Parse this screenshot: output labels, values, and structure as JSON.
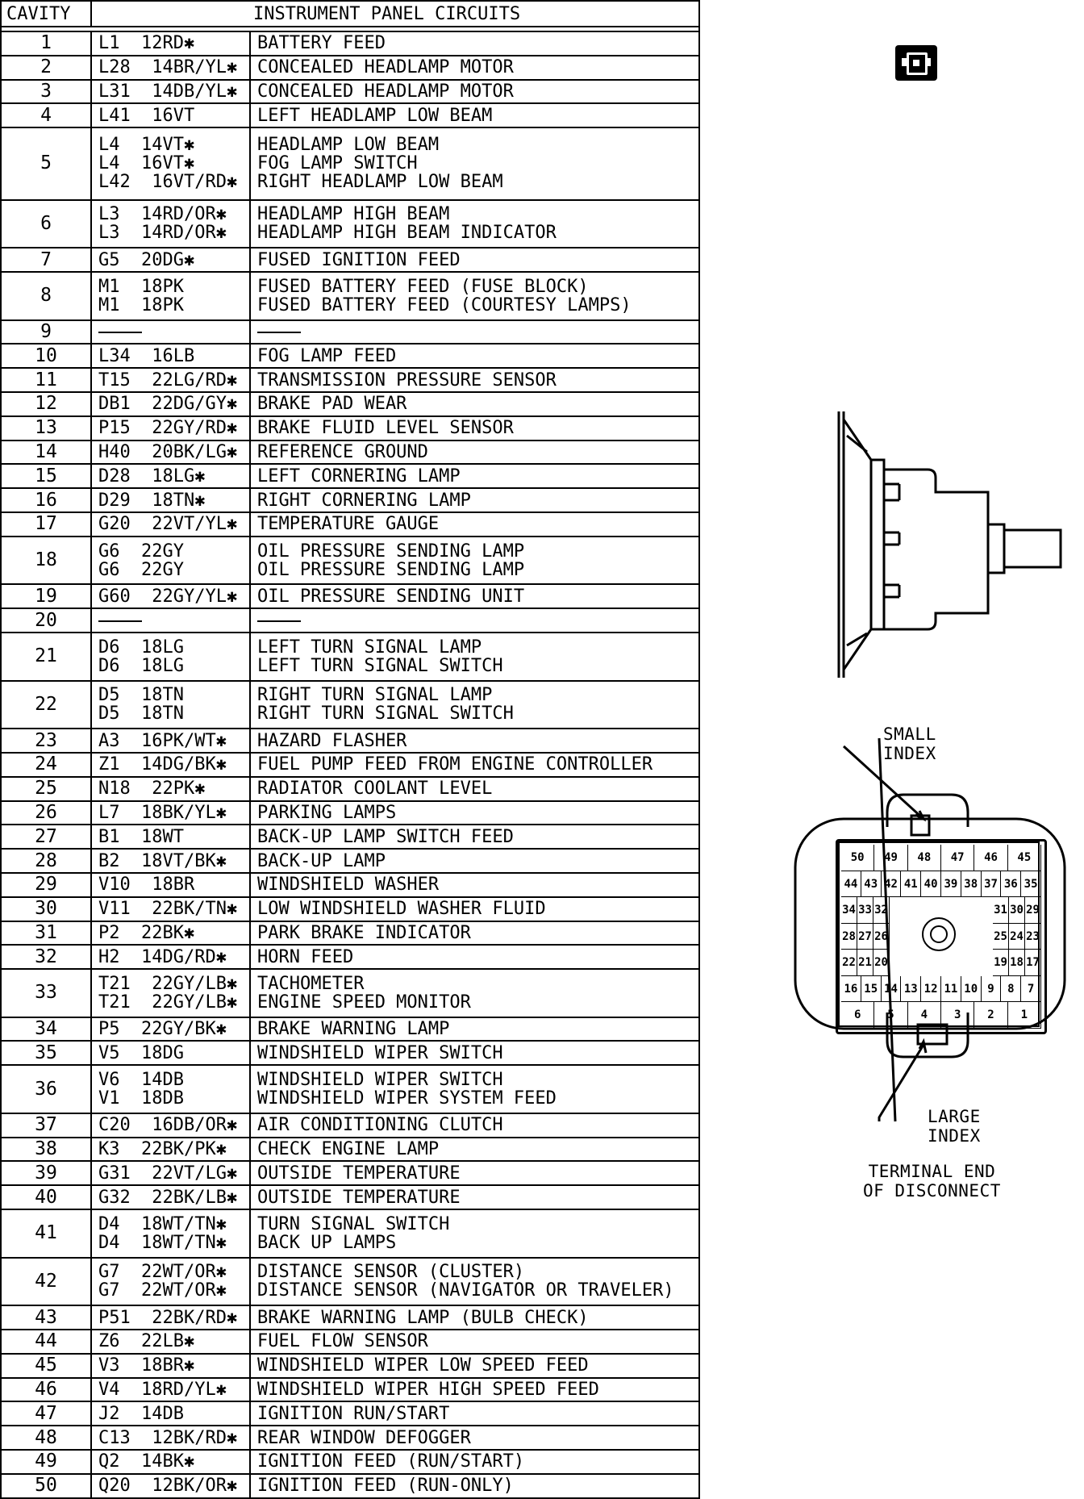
{
  "table": {
    "header": {
      "cavity": "CAVITY",
      "circuits": "INSTRUMENT PANEL CIRCUITS"
    },
    "rows": [
      {
        "cavity": "1",
        "wires": [
          "L1  12RD✱"
        ],
        "functions": [
          "BATTERY FEED"
        ]
      },
      {
        "cavity": "2",
        "wires": [
          "L28  14BR/YL✱"
        ],
        "functions": [
          "CONCEALED HEADLAMP MOTOR"
        ]
      },
      {
        "cavity": "3",
        "wires": [
          "L31  14DB/YL✱"
        ],
        "functions": [
          "CONCEALED HEADLAMP MOTOR"
        ]
      },
      {
        "cavity": "4",
        "wires": [
          "L41  16VT"
        ],
        "functions": [
          "LEFT HEADLAMP LOW BEAM"
        ]
      },
      {
        "cavity": "5",
        "wires": [
          "L4  14VT✱",
          "L4  16VT✱",
          "L42  16VT/RD✱"
        ],
        "functions": [
          "HEADLAMP LOW BEAM",
          "FOG LAMP SWITCH",
          "RIGHT HEADLAMP LOW BEAM"
        ]
      },
      {
        "cavity": "6",
        "wires": [
          "L3  14RD/OR✱",
          "L3  14RD/OR✱"
        ],
        "functions": [
          "HEADLAMP HIGH BEAM",
          "HEADLAMP HIGH BEAM INDICATOR"
        ]
      },
      {
        "cavity": "7",
        "wires": [
          "G5  20DG✱"
        ],
        "functions": [
          "FUSED IGNITION FEED"
        ]
      },
      {
        "cavity": "8",
        "wires": [
          "M1  18PK",
          "M1  18PK"
        ],
        "functions": [
          "FUSED BATTERY FEED (FUSE BLOCK)",
          "FUSED BATTERY FEED (COURTESY LAMPS)"
        ]
      },
      {
        "cavity": "9",
        "wires": [
          "——"
        ],
        "functions": [
          "——"
        ]
      },
      {
        "cavity": "10",
        "wires": [
          "L34  16LB"
        ],
        "functions": [
          "FOG LAMP FEED"
        ]
      },
      {
        "cavity": "11",
        "wires": [
          "T15  22LG/RD✱"
        ],
        "functions": [
          "TRANSMISSION PRESSURE SENSOR"
        ]
      },
      {
        "cavity": "12",
        "wires": [
          "DB1  22DG/GY✱"
        ],
        "functions": [
          "BRAKE PAD WEAR"
        ]
      },
      {
        "cavity": "13",
        "wires": [
          "P15  22GY/RD✱"
        ],
        "functions": [
          "BRAKE FLUID LEVEL SENSOR"
        ]
      },
      {
        "cavity": "14",
        "wires": [
          "H40  20BK/LG✱"
        ],
        "functions": [
          "REFERENCE GROUND"
        ]
      },
      {
        "cavity": "15",
        "wires": [
          "D28  18LG✱"
        ],
        "functions": [
          "LEFT CORNERING LAMP"
        ]
      },
      {
        "cavity": "16",
        "wires": [
          "D29  18TN✱"
        ],
        "functions": [
          "RIGHT CORNERING LAMP"
        ]
      },
      {
        "cavity": "17",
        "wires": [
          "G20  22VT/YL✱"
        ],
        "functions": [
          "TEMPERATURE GAUGE"
        ]
      },
      {
        "cavity": "18",
        "wires": [
          "G6  22GY",
          "G6  22GY"
        ],
        "functions": [
          "OIL PRESSURE SENDING LAMP",
          "OIL PRESSURE SENDING LAMP"
        ]
      },
      {
        "cavity": "19",
        "wires": [
          "G60  22GY/YL✱"
        ],
        "functions": [
          "OIL PRESSURE SENDING UNIT"
        ]
      },
      {
        "cavity": "20",
        "wires": [
          "——"
        ],
        "functions": [
          "——"
        ]
      },
      {
        "cavity": "21",
        "wires": [
          "D6  18LG",
          "D6  18LG"
        ],
        "functions": [
          "LEFT TURN SIGNAL LAMP",
          "LEFT TURN SIGNAL SWITCH"
        ]
      },
      {
        "cavity": "22",
        "wires": [
          "D5  18TN",
          "D5  18TN"
        ],
        "functions": [
          "RIGHT TURN SIGNAL LAMP",
          "RIGHT TURN SIGNAL SWITCH"
        ]
      },
      {
        "cavity": "23",
        "wires": [
          "A3  16PK/WT✱"
        ],
        "functions": [
          "HAZARD FLASHER"
        ]
      },
      {
        "cavity": "24",
        "wires": [
          "Z1  14DG/BK✱"
        ],
        "functions": [
          "FUEL PUMP FEED FROM ENGINE CONTROLLER"
        ]
      },
      {
        "cavity": "25",
        "wires": [
          "N18  22PK✱"
        ],
        "functions": [
          "RADIATOR COOLANT LEVEL"
        ]
      },
      {
        "cavity": "26",
        "wires": [
          "L7  18BK/YL✱"
        ],
        "functions": [
          "PARKING LAMPS"
        ]
      },
      {
        "cavity": "27",
        "wires": [
          "B1  18WT"
        ],
        "functions": [
          "BACK-UP LAMP SWITCH FEED"
        ]
      },
      {
        "cavity": "28",
        "wires": [
          "B2  18VT/BK✱"
        ],
        "functions": [
          "BACK-UP LAMP"
        ]
      },
      {
        "cavity": "29",
        "wires": [
          "V10  18BR"
        ],
        "functions": [
          "WINDSHIELD WASHER"
        ]
      },
      {
        "cavity": "30",
        "wires": [
          "V11  22BK/TN✱"
        ],
        "functions": [
          "LOW WINDSHIELD WASHER FLUID"
        ]
      },
      {
        "cavity": "31",
        "wires": [
          "P2  22BK✱"
        ],
        "functions": [
          "PARK BRAKE INDICATOR"
        ]
      },
      {
        "cavity": "32",
        "wires": [
          "H2  14DG/RD✱"
        ],
        "functions": [
          "HORN FEED"
        ]
      },
      {
        "cavity": "33",
        "wires": [
          "T21  22GY/LB✱",
          "T21  22GY/LB✱"
        ],
        "functions": [
          "TACHOMETER",
          "ENGINE SPEED MONITOR"
        ]
      },
      {
        "cavity": "34",
        "wires": [
          "P5  22GY/BK✱"
        ],
        "functions": [
          "BRAKE WARNING LAMP"
        ]
      },
      {
        "cavity": "35",
        "wires": [
          "V5  18DG"
        ],
        "functions": [
          "WINDSHIELD WIPER SWITCH"
        ]
      },
      {
        "cavity": "36",
        "wires": [
          "V6  14DB",
          "V1  18DB"
        ],
        "functions": [
          "WINDSHIELD WIPER SWITCH",
          "WINDSHIELD WIPER SYSTEM FEED"
        ]
      },
      {
        "cavity": "37",
        "wires": [
          "C20  16DB/OR✱"
        ],
        "functions": [
          "AIR CONDITIONING CLUTCH"
        ]
      },
      {
        "cavity": "38",
        "wires": [
          "K3  22BK/PK✱"
        ],
        "functions": [
          "CHECK ENGINE LAMP"
        ]
      },
      {
        "cavity": "39",
        "wires": [
          "G31  22VT/LG✱"
        ],
        "functions": [
          "OUTSIDE TEMPERATURE"
        ]
      },
      {
        "cavity": "40",
        "wires": [
          "G32  22BK/LB✱"
        ],
        "functions": [
          "OUTSIDE TEMPERATURE"
        ]
      },
      {
        "cavity": "41",
        "wires": [
          "D4  18WT/TN✱",
          "D4  18WT/TN✱"
        ],
        "functions": [
          "TURN SIGNAL SWITCH",
          "BACK UP LAMPS"
        ]
      },
      {
        "cavity": "42",
        "wires": [
          "G7  22WT/OR✱",
          "G7  22WT/OR✱"
        ],
        "functions": [
          "DISTANCE SENSOR (CLUSTER)",
          "DISTANCE SENSOR (NAVIGATOR OR TRAVELER)"
        ]
      },
      {
        "cavity": "43",
        "wires": [
          "P51  22BK/RD✱"
        ],
        "functions": [
          "BRAKE WARNING LAMP (BULB CHECK)"
        ]
      },
      {
        "cavity": "44",
        "wires": [
          "Z6  22LB✱"
        ],
        "functions": [
          "FUEL FLOW SENSOR"
        ]
      },
      {
        "cavity": "45",
        "wires": [
          "V3  18BR✱"
        ],
        "functions": [
          "WINDSHIELD WIPER LOW SPEED FEED"
        ]
      },
      {
        "cavity": "46",
        "wires": [
          "V4  18RD/YL✱"
        ],
        "functions": [
          "WINDSHIELD WIPER HIGH SPEED FEED"
        ]
      },
      {
        "cavity": "47",
        "wires": [
          "J2  14DB"
        ],
        "functions": [
          "IGNITION RUN/START"
        ]
      },
      {
        "cavity": "48",
        "wires": [
          "C13  12BK/RD✱"
        ],
        "functions": [
          "REAR WINDOW DEFOGGER"
        ]
      },
      {
        "cavity": "49",
        "wires": [
          "Q2  14BK✱"
        ],
        "functions": [
          "IGNITION FEED (RUN/START)"
        ]
      },
      {
        "cavity": "50",
        "wires": [
          "Q20  12BK/OR✱"
        ],
        "functions": [
          "IGNITION FEED (RUN-ONLY)"
        ]
      }
    ]
  },
  "diagram": {
    "small_index_label": "SMALL\nINDEX",
    "large_index_label": "LARGE\nINDEX",
    "caption": "TERMINAL END\nOF DISCONNECT",
    "pin_rows": [
      [
        "50",
        "49",
        "48",
        "47",
        "46",
        "45"
      ],
      [
        "44",
        "43",
        "42",
        "41",
        "40",
        "39",
        "38",
        "37",
        "36",
        "35"
      ],
      [
        "34",
        "33",
        "32",
        "31",
        "30",
        "29"
      ],
      [
        "28",
        "27",
        "26",
        "25",
        "24",
        "23"
      ],
      [
        "22",
        "21",
        "20",
        "19",
        "18",
        "17"
      ],
      [
        "16",
        "15",
        "14",
        "13",
        "12",
        "11",
        "10",
        "9",
        "8",
        "7"
      ],
      [
        "6",
        "5",
        "4",
        "3",
        "2",
        "1"
      ]
    ]
  }
}
